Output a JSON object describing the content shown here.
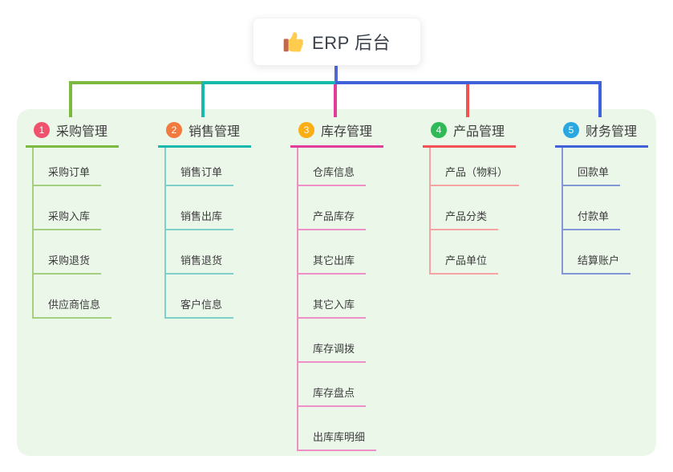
{
  "palette": {
    "page_bg": "#FFFFFF",
    "container_bg": "#EBF7E9",
    "stem_color": "#5468D4",
    "text_color": "#3D3D3D",
    "root_card_bg": "#FFFFFF"
  },
  "root": {
    "label": "ERP 后台",
    "icon": "thumbs-up-icon"
  },
  "branches": [
    {
      "badge": "1",
      "label": "采购管理",
      "badge_color": "#F0516D",
      "line_color": "#7CBA3F",
      "child_line_color": "#A3CF7E",
      "children": [
        "采购订单",
        "采购入库",
        "采购退货",
        "供应商信息"
      ]
    },
    {
      "badge": "2",
      "label": "销售管理",
      "badge_color": "#F27A3E",
      "line_color": "#17B8AE",
      "child_line_color": "#7FD0CA",
      "children": [
        "销售订单",
        "销售出库",
        "销售退货",
        "客户信息"
      ]
    },
    {
      "badge": "3",
      "label": "库存管理",
      "badge_color": "#FBAD16",
      "line_color": "#E23C9B",
      "child_line_color": "#EE90C7",
      "children": [
        "仓库信息",
        "产品库存",
        "其它出库",
        "其它入库",
        "库存调拨",
        "库存盘点",
        "出库库明细"
      ]
    },
    {
      "badge": "4",
      "label": "产品管理",
      "badge_color": "#2FB957",
      "line_color": "#F25252",
      "child_line_color": "#F7A3A3",
      "children": [
        "产品（物料）",
        "产品分类",
        "产品单位"
      ]
    },
    {
      "badge": "5",
      "label": "财务管理",
      "badge_color": "#29A7E1",
      "line_color": "#3D62D9",
      "child_line_color": "#8396D6",
      "children": [
        "回款单",
        "付款单",
        "结算账户"
      ]
    }
  ]
}
